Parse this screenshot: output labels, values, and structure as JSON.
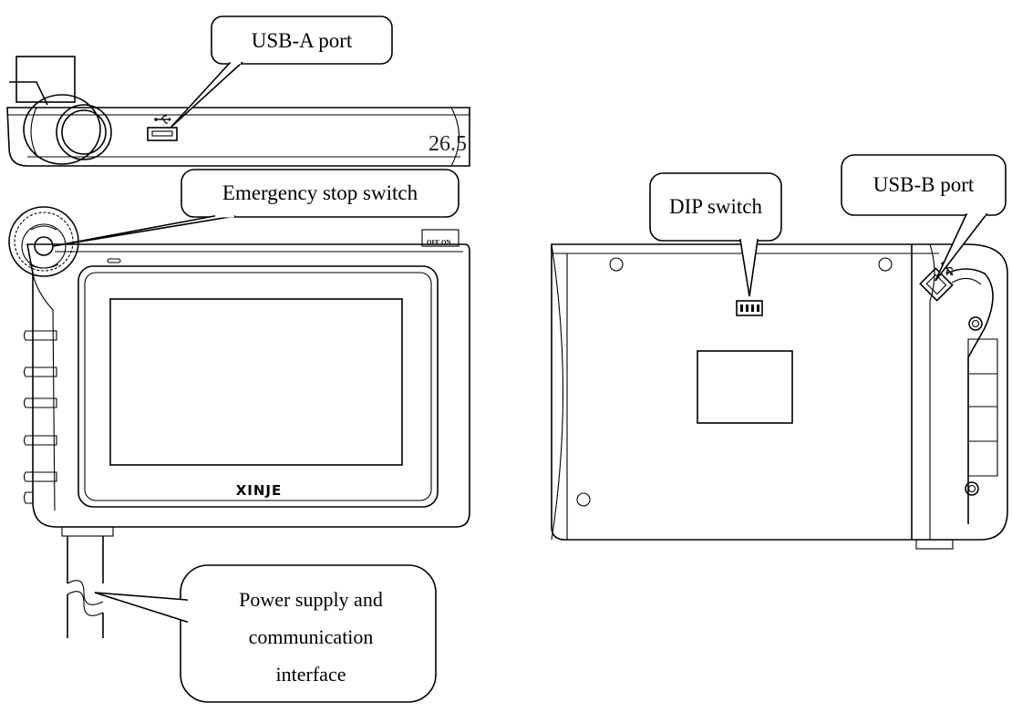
{
  "callouts": {
    "usb_a": "USB-A port",
    "emergency_stop": "Emergency stop switch",
    "dip_switch": "DIP switch",
    "usb_b": "USB-B port",
    "power_line1": "Power supply and",
    "power_line2": "communication",
    "power_line3": "interface"
  },
  "dimension_text": "26.5",
  "brand_logo": "XINJE",
  "side_labels": {
    "off": "OFF",
    "on": "ON"
  },
  "icons": [
    "usb-icon",
    "usb-b-icon"
  ]
}
